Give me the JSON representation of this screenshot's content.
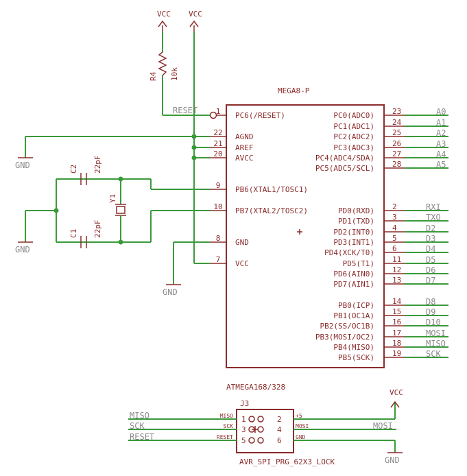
{
  "power": {
    "vcc_label": "VCC",
    "gnd_label": "GND"
  },
  "resistor": {
    "name": "R4",
    "value": "10k"
  },
  "cap_c1": {
    "name": "C1",
    "value": "22pF"
  },
  "cap_c2": {
    "name": "C2",
    "value": "22pF"
  },
  "crystal": {
    "name": "Y1"
  },
  "mcu": {
    "title": "MEGA8-P",
    "subtitle": "ATMEGA168/328",
    "reset_net": "RESET",
    "left_pins": [
      {
        "num": "1",
        "name": "PC6(/RESET)"
      },
      {
        "num": "22",
        "name": "AGND"
      },
      {
        "num": "21",
        "name": "AREF"
      },
      {
        "num": "20",
        "name": "AVCC"
      },
      {
        "num": "9",
        "name": "PB6(XTAL1/TOSC1)"
      },
      {
        "num": "10",
        "name": "PB7(XTAL2/TOSC2)"
      },
      {
        "num": "8",
        "name": "GND"
      },
      {
        "num": "7",
        "name": "VCC"
      }
    ],
    "right_pins": [
      {
        "num": "23",
        "name": "PC0(ADC0)",
        "net": "A0"
      },
      {
        "num": "24",
        "name": "PC1(ADC1)",
        "net": "A1"
      },
      {
        "num": "25",
        "name": "PC2(ADC2)",
        "net": "A2"
      },
      {
        "num": "26",
        "name": "PC3(ADC3)",
        "net": "A3"
      },
      {
        "num": "27",
        "name": "PC4(ADC4/SDA)",
        "net": "A4"
      },
      {
        "num": "28",
        "name": "PC5(ADC5/SCL)",
        "net": "A5"
      },
      {
        "num": "2",
        "name": "PD0(RXD)",
        "net": "RXI"
      },
      {
        "num": "3",
        "name": "PD1(TXD)",
        "net": "TXO"
      },
      {
        "num": "4",
        "name": "PD2(INT0)",
        "net": "D2"
      },
      {
        "num": "5",
        "name": "PD3(INT1)",
        "net": "D3"
      },
      {
        "num": "6",
        "name": "PD4(XCK/T0)",
        "net": "D4"
      },
      {
        "num": "11",
        "name": "PD5(T1)",
        "net": "D5"
      },
      {
        "num": "12",
        "name": "PD6(AIN0)",
        "net": "D6"
      },
      {
        "num": "13",
        "name": "PD7(AIN1)",
        "net": "D7"
      },
      {
        "num": "14",
        "name": "PB0(ICP)",
        "net": "D8"
      },
      {
        "num": "15",
        "name": "PB1(OC1A)",
        "net": "D9"
      },
      {
        "num": "16",
        "name": "PB2(SS/OC1B)",
        "net": "D10"
      },
      {
        "num": "17",
        "name": "PB3(MOSI/OC2)",
        "net": "MOSI"
      },
      {
        "num": "18",
        "name": "PB4(MISO)",
        "net": "MISO"
      },
      {
        "num": "19",
        "name": "PB5(SCK)",
        "net": "SCK"
      }
    ]
  },
  "header": {
    "name": "J3",
    "package": "AVR_SPI_PRG_62X3_LOCK",
    "left": [
      {
        "num": "1",
        "label": "MISO",
        "net": "MISO"
      },
      {
        "num": "3",
        "label": "SCK",
        "net": "SCK"
      },
      {
        "num": "5",
        "label": "RESET",
        "net": "RESET"
      }
    ],
    "right": [
      {
        "num": "2",
        "label": "+5"
      },
      {
        "num": "4",
        "label": "MOSI",
        "net": "MOSI"
      },
      {
        "num": "6",
        "label": "GND"
      }
    ]
  }
}
